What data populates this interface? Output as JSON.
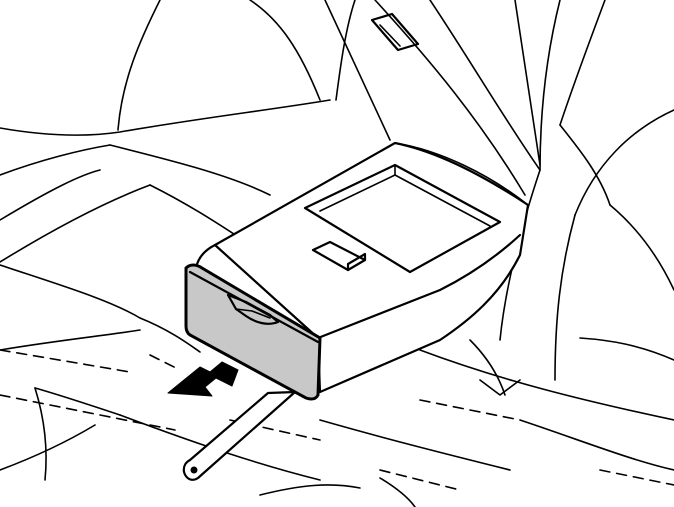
{
  "figure": {
    "colors": {
      "line": "#000000",
      "background": "#ffffff",
      "highlight_panel": "#c8c8c8",
      "arrow": "#000000"
    },
    "parts": {
      "rear_seat_backrest": "seat-back",
      "rear_seat_cushion": "seat-cushion",
      "armrest": "armrest",
      "storage_tray": "storage-compartment",
      "cup_holder": "cup-holder-drawer",
      "release_button": "release-button",
      "support_strap": "support-strap",
      "pull_direction": "arrow-icon"
    }
  }
}
